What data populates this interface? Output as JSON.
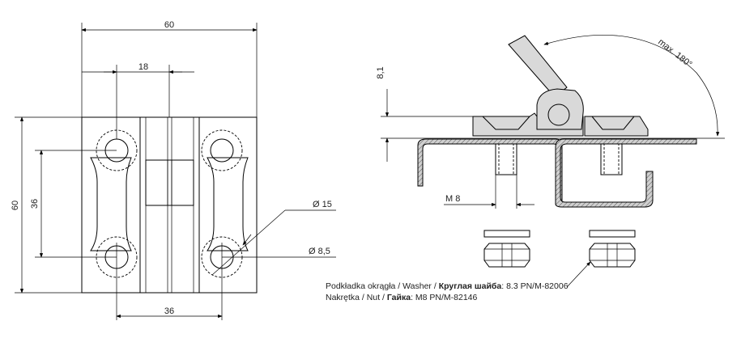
{
  "dimensions": {
    "overall_width": "60",
    "slot_offset": "18",
    "overall_height": "60",
    "hole_pitch_vertical": "36",
    "hole_pitch_horizontal": "36",
    "counterbore_dia": "Ø 15",
    "hole_dia": "Ø 8,5",
    "leaf_thickness": "8,1",
    "thread": "M 8",
    "rotation": "max. 180°"
  },
  "legend": {
    "washer": {
      "label_pl": "Podkładka okrągła / Washer / ",
      "label_ru": "Круглая шайба",
      "code": ":  8.3 PN/M-82006"
    },
    "nut": {
      "label_pl": "Nakrętka / Nut / ",
      "label_ru": "Гайка",
      "code": ":  M8 PN/M-82146"
    }
  }
}
